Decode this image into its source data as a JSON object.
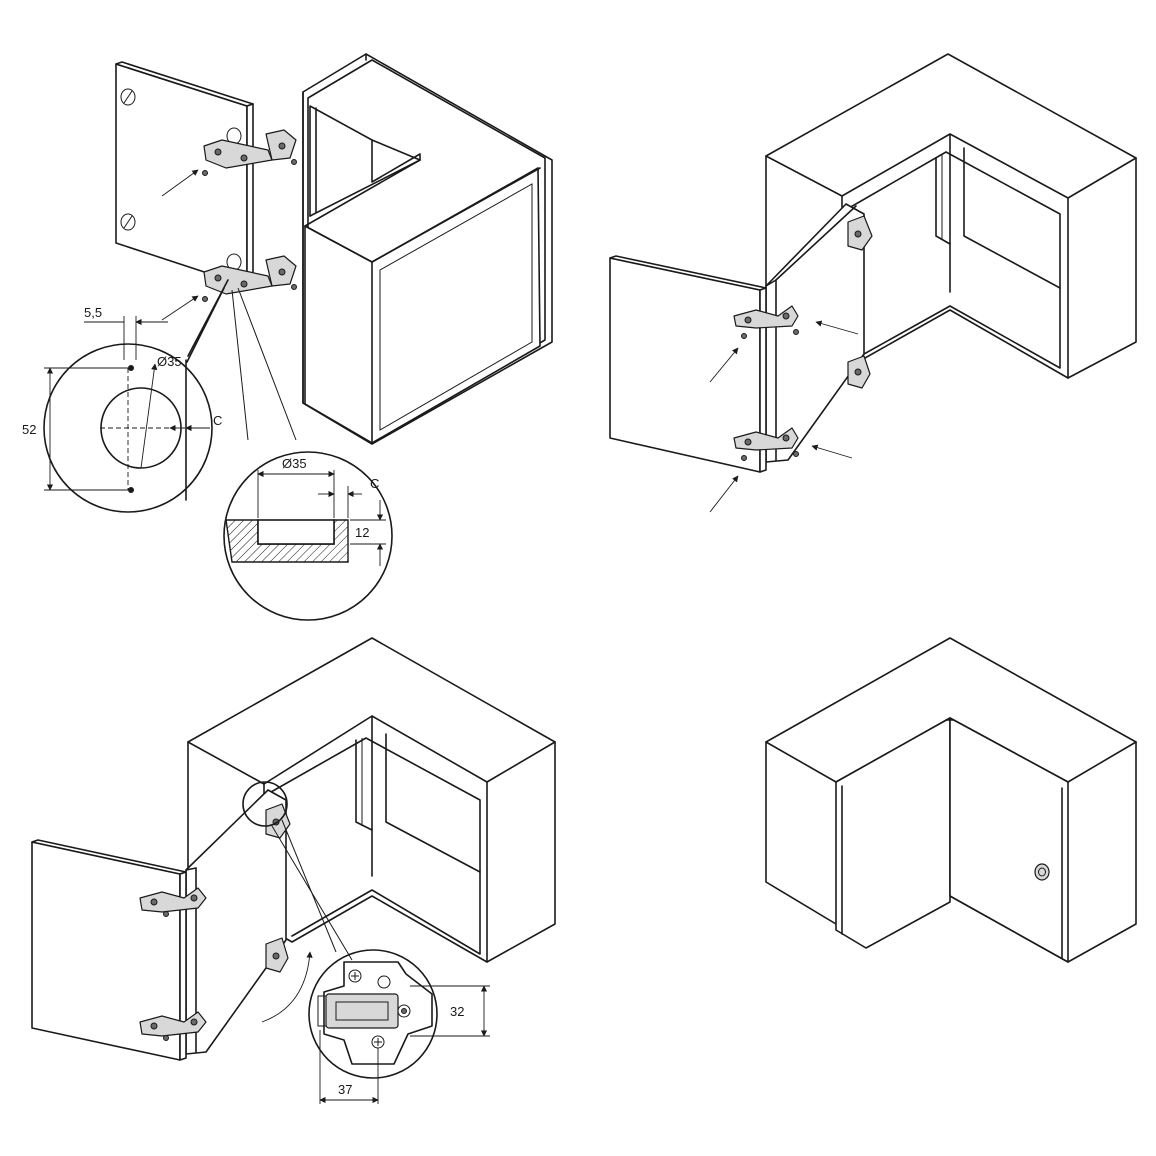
{
  "diagram": {
    "dimensions": {
      "offset_5_5": "5,5",
      "cup_diameter_front": "Ø35",
      "clearance_c_front": "C",
      "hole_spacing_52": "52",
      "cup_diameter_section": "Ø35",
      "clearance_c_section": "C",
      "cup_depth_12": "12",
      "plate_height_32": "32",
      "plate_offset_37": "37"
    }
  }
}
